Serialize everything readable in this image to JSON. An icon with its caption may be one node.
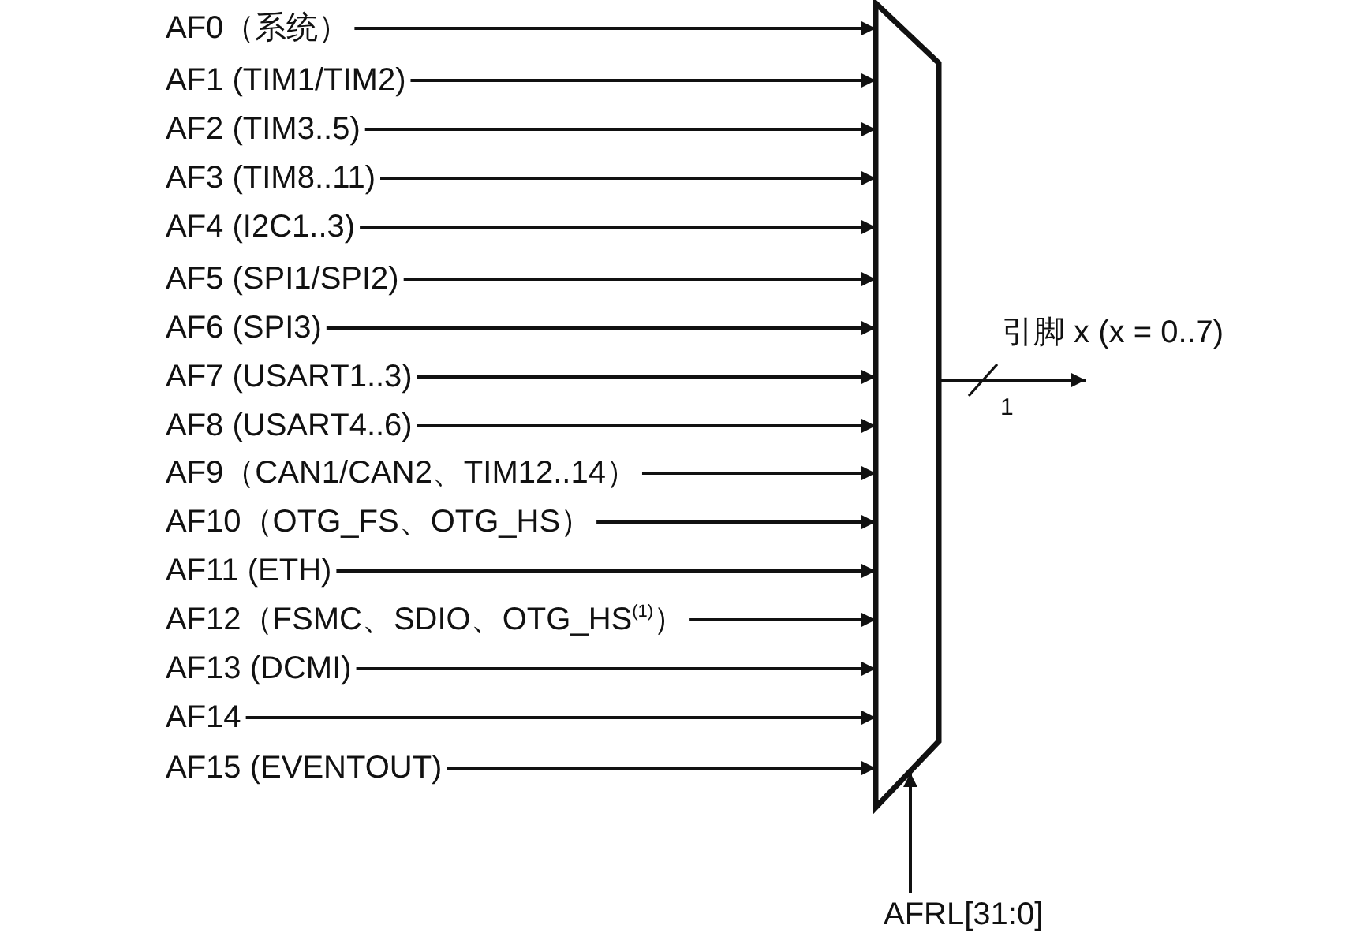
{
  "diagram": {
    "nodes": [
      {
        "text": [
          "AF0（系统）"
        ]
      },
      {
        "text": [
          "AF1 (TIM1/TIM2)"
        ]
      },
      {
        "text": [
          "AF2 (TIM3..5)"
        ]
      },
      {
        "text": [
          "AF3 (TIM8..11)"
        ]
      },
      {
        "text": [
          "AF4 (I2C1..3)"
        ]
      },
      {
        "text": [
          "AF5 (SPI1/SPI2)"
        ]
      },
      {
        "text": [
          "AF6 (SPI3)"
        ]
      },
      {
        "text": [
          "AF7 (USART1..3)"
        ]
      },
      {
        "text": [
          "AF8 (USART4..6)"
        ]
      },
      {
        "text": [
          "AF9（CAN1/CAN2、TIM12..14）"
        ]
      },
      {
        "text": [
          "AF10（OTG_FS、OTG_HS）"
        ]
      },
      {
        "text": [
          "AF11 (ETH)"
        ]
      },
      {
        "text": [
          "AF12（FSMC、SDIO、OTG_HS$^{(1)}$）"
        ]
      },
      {
        "text": [
          "AF13 (DCMI)"
        ]
      },
      {
        "text": [
          "AF14"
        ]
      },
      {
        "text": [
          "AF15 (EVENTOUT)"
        ]
      },
      {
        "text": [],
        "shape": "trapezoid"
      },
      {
        "text": [
          "AFRL[31:0]"
        ]
      }
    ],
    "edges": [
      {
        "from": 0,
        "to": 16,
        "arrow": "to"
      },
      {
        "from": 1,
        "to": 16,
        "arrow": "to"
      },
      {
        "from": 2,
        "to": 16,
        "arrow": "to"
      },
      {
        "from": 3,
        "to": 16,
        "arrow": "to"
      },
      {
        "from": 4,
        "to": 16,
        "arrow": "to"
      },
      {
        "from": 5,
        "to": 16,
        "arrow": "to"
      },
      {
        "from": 6,
        "to": 16,
        "arrow": "to"
      },
      {
        "from": 7,
        "to": 16,
        "arrow": "to"
      },
      {
        "from": 8,
        "to": 16,
        "arrow": "to"
      },
      {
        "from": 9,
        "to": 16,
        "arrow": "to"
      },
      {
        "from": 10,
        "to": 16,
        "arrow": "to"
      },
      {
        "from": 11,
        "to": 16,
        "arrow": "to"
      },
      {
        "from": 12,
        "to": 16,
        "arrow": "to"
      },
      {
        "from": 13,
        "to": 16,
        "arrow": "to"
      },
      {
        "from": 14,
        "to": 16,
        "arrow": "to"
      },
      {
        "from": 15,
        "to": 16,
        "arrow": "to"
      },
      {
        "from": 16,
        "to": null,
        "arrow": "to",
        "label": "1"
      },
      {
        "from": 17,
        "to": 16,
        "arrow": "to"
      }
    ],
    "labels": [
      "引脚 x (x = 0..7)"
    ]
  }
}
